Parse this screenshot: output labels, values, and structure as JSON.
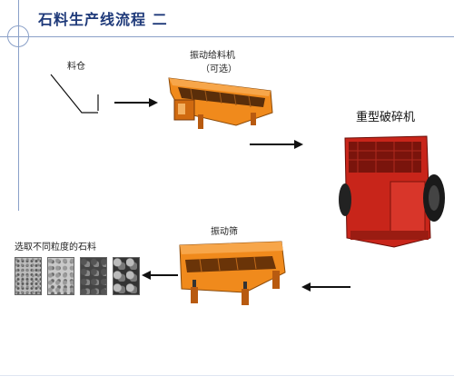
{
  "header": {
    "title": "石料生产线流程 二"
  },
  "nodes": {
    "hopper": {
      "label": "料仓"
    },
    "feeder": {
      "label": "振动给料机",
      "note": "（可选）"
    },
    "crusher": {
      "label": "重型破碎机"
    },
    "screen": {
      "label": "振动筛"
    },
    "products": {
      "label": "选取不同粒度的石料"
    }
  },
  "colors": {
    "title": "#1f3a7a",
    "machine_orange": "#f08a1c",
    "machine_red": "#c8251a",
    "arrow": "#111111",
    "line": "#8aa0c8"
  }
}
